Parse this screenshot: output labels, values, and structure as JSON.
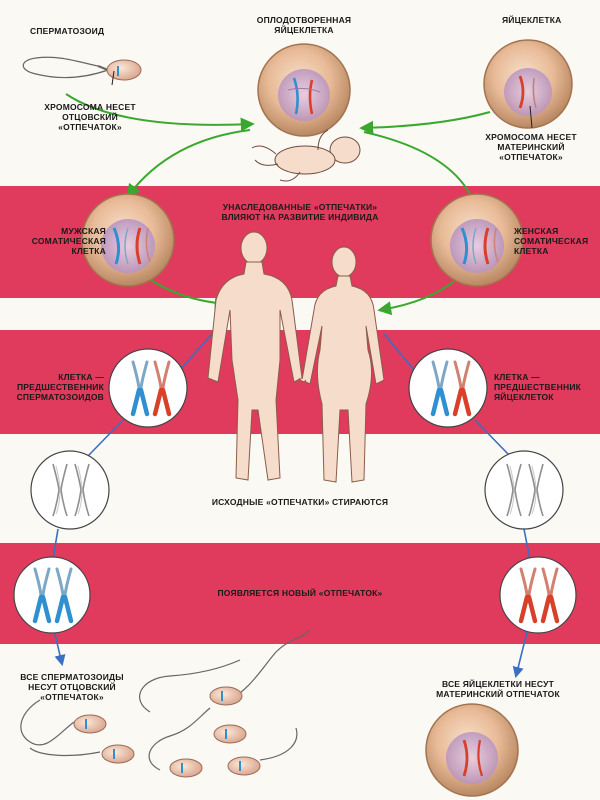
{
  "labels": {
    "sperm": "СПЕРМАТОЗОИД",
    "fertilized_egg": "ОПЛОДОТВОРЕННАЯ\nЯЙЦЕКЛЕТКА",
    "egg": "ЯЙЦЕКЛЕТКА",
    "paternal_chromosome": "ХРОМОСОМА НЕСЕТ\nОТЦОВСКИЙ\n«ОТПЕЧАТОК»",
    "maternal_chromosome": "ХРОМОСОМА НЕСЕТ\nМАТЕРИНСКИЙ\n«ОТПЕЧАТОК»",
    "inherited_imprints": "УНАСЛЕДОВАННЫЕ «ОТПЕЧАТКИ»\nВЛИЯЮТ НА РАЗВИТИЕ ИНДИВИДА",
    "male_somatic": "МУЖСКАЯ\nСОМАТИЧЕСКАЯ\nКЛЕТКА",
    "female_somatic": "ЖЕНСКАЯ\nСОМАТИЧЕСКАЯ\nКЛЕТКА",
    "sperm_precursor": "КЛЕТКА —\nПРЕДШЕСТВЕННИК\nСПЕРМАТОЗОИДОВ",
    "egg_precursor": "КЛЕТКА —\nПРЕДШЕСТВЕННИК\nЯЙЦЕКЛЕТОК",
    "imprints_erased": "ИСХОДНЫЕ «ОТПЕЧАТКИ» СТИРАЮТСЯ",
    "new_imprint": "ПОЯВЛЯЕТСЯ НОВЫЙ «ОТПЕЧАТОК»",
    "all_sperm": "ВСЕ СПЕРМАТОЗОИДЫ\nНЕСУТ ОТЦОВСКИЙ\n«ОТПЕЧАТОК»",
    "all_eggs": "ВСЕ ЯЙЦЕКЛЕТКИ НЕСУТ\nМАТЕРИНСКИЙ ОТПЕЧАТОК"
  },
  "colors": {
    "band": "#e03a5c",
    "paternal": "#2f8fd0",
    "maternal": "#d8402a",
    "green_arrow": "#3aa82e",
    "blue_arrow": "#3a6fc4",
    "cell_outer": "#e7b996",
    "cell_inner": "#c9a4c9"
  }
}
